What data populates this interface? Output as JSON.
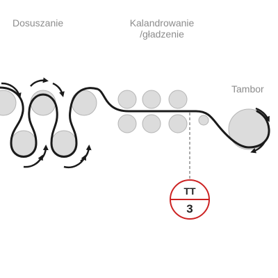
{
  "labels": {
    "drying": "Dosuszanie",
    "calendering_line1": "Kalandrowanie",
    "calendering_line2": "/gładzenie",
    "reel": "Tambor"
  },
  "instrument_tag": {
    "top": "TT",
    "bottom": "3"
  },
  "colors": {
    "label_text": "#8c8c8c",
    "roll_fill": "#dcdcdc",
    "roll_stroke": "#b4b4b4",
    "web_line": "#1a1a1a",
    "tag_ring": "#cc2222"
  }
}
